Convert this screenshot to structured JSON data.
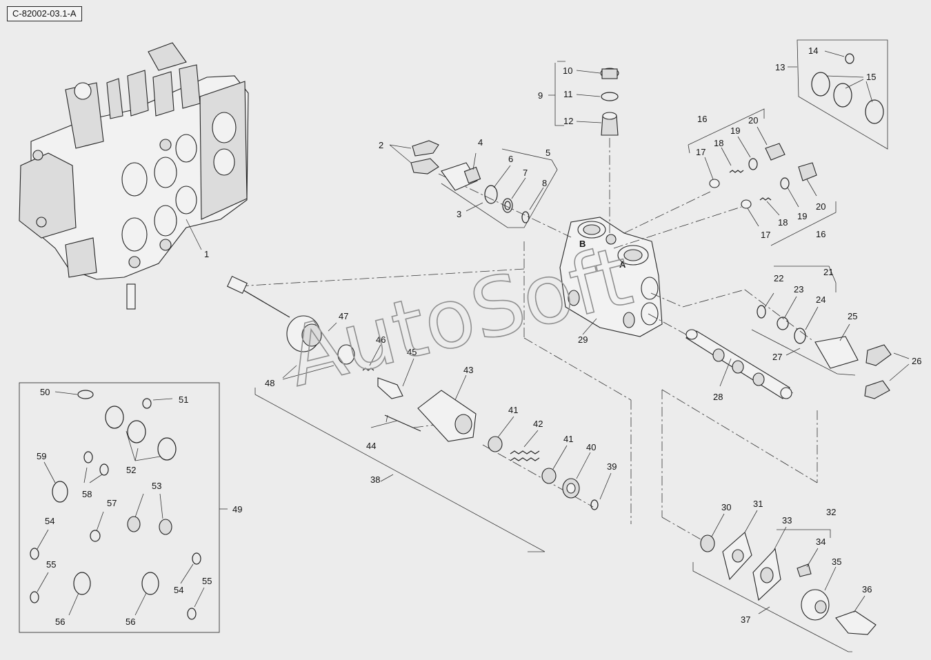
{
  "reference_code": "C-82002-03.1-A",
  "watermark": "AutoSoft",
  "port_labels": {
    "a": "A",
    "b": "B"
  },
  "callouts": [
    "1",
    "2",
    "3",
    "4",
    "5",
    "6",
    "7",
    "8",
    "9",
    "10",
    "11",
    "12",
    "13",
    "14",
    "15",
    "16",
    "17",
    "18",
    "19",
    "20",
    "21",
    "22",
    "23",
    "24",
    "25",
    "26",
    "27",
    "28",
    "29",
    "30",
    "31",
    "32",
    "33",
    "34",
    "35",
    "36",
    "37",
    "38",
    "39",
    "40",
    "41",
    "42",
    "43",
    "44",
    "45",
    "46",
    "47",
    "48",
    "49",
    "50",
    "51",
    "52",
    "53",
    "54",
    "55",
    "56",
    "57",
    "58",
    "59"
  ],
  "colors": {
    "background": "#ececec",
    "line": "#222222",
    "part_fill": "#dcdcdc"
  }
}
